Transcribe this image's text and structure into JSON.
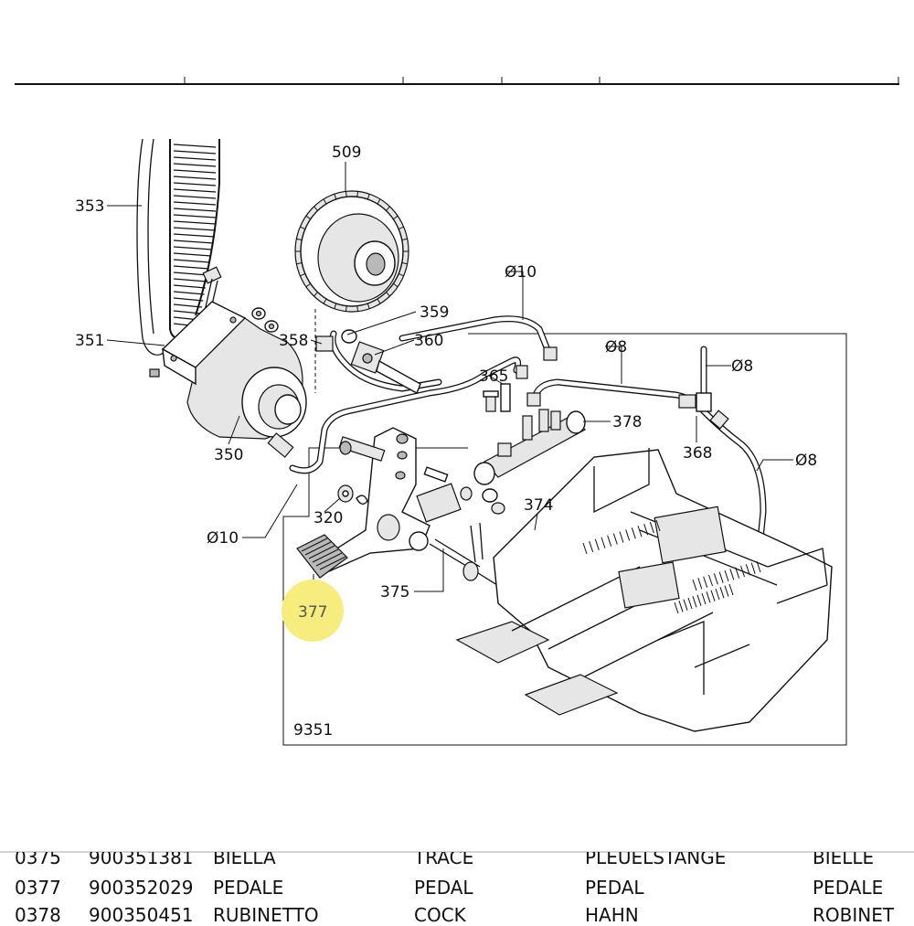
{
  "diagram": {
    "figure_number": "9351",
    "highlighted_callout": "377",
    "callouts": [
      "353",
      "509",
      "351",
      "358",
      "359",
      "360",
      "Ø10",
      "Ø8",
      "Ø8",
      "365",
      "378",
      "368",
      "Ø8",
      "350",
      "320",
      "374",
      "Ø10",
      "375",
      "377"
    ],
    "highlight_color": "#f7ec7e"
  },
  "parts_table": {
    "rows": [
      [
        "0375",
        "900351381",
        "BIELLA",
        "TRACE",
        "PLEUELSTANGE",
        "BIELLE"
      ],
      [
        "0377",
        "900352029",
        "PEDALE",
        "PEDAL",
        "PEDAL",
        "PEDALE"
      ],
      [
        "0378",
        "900350451",
        "RUBINETTO",
        "COCK",
        "HAHN",
        "ROBINET"
      ]
    ]
  }
}
